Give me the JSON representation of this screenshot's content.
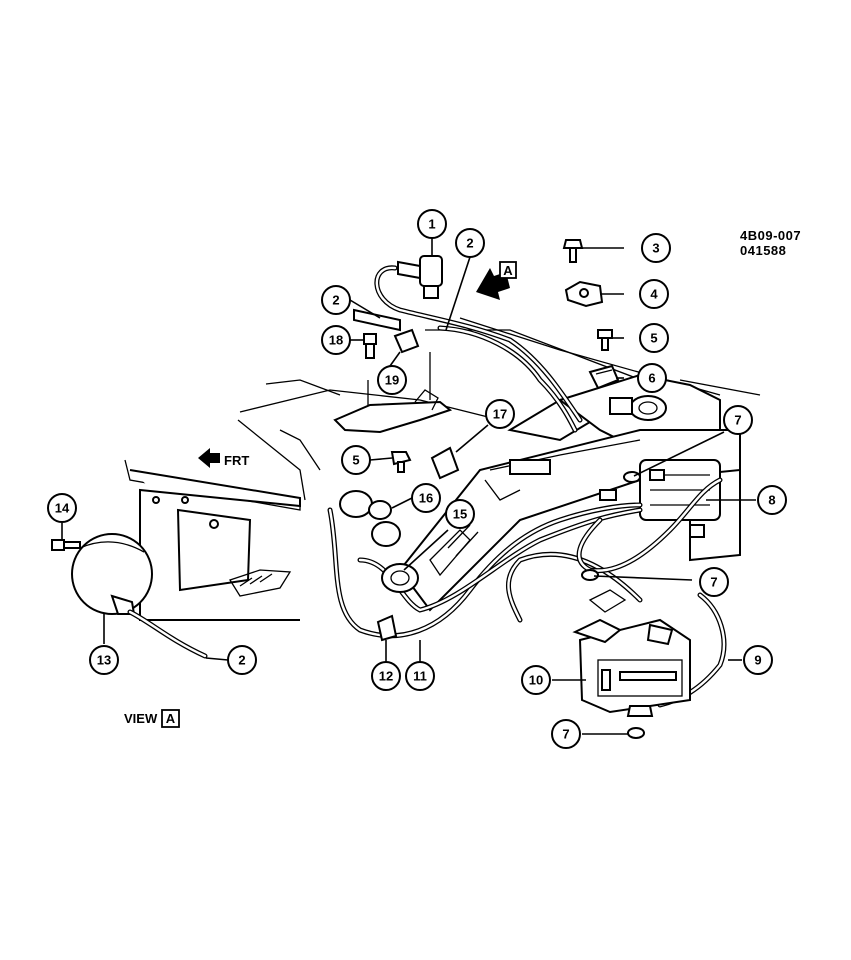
{
  "figure": {
    "ref_code": "4B09-007",
    "ref_date": "041588",
    "view_label": "VIEW",
    "view_letter": "A",
    "front_label": "FRT",
    "arrow_letter": "A"
  },
  "callouts": [
    {
      "id": "c1",
      "num": "1"
    },
    {
      "id": "c2a",
      "num": "2"
    },
    {
      "id": "c2b",
      "num": "2"
    },
    {
      "id": "c2c",
      "num": "2"
    },
    {
      "id": "c3",
      "num": "3"
    },
    {
      "id": "c4",
      "num": "4"
    },
    {
      "id": "c5a",
      "num": "5"
    },
    {
      "id": "c5b",
      "num": "5"
    },
    {
      "id": "c6",
      "num": "6"
    },
    {
      "id": "c7a",
      "num": "7"
    },
    {
      "id": "c7b",
      "num": "7"
    },
    {
      "id": "c7c",
      "num": "7"
    },
    {
      "id": "c8",
      "num": "8"
    },
    {
      "id": "c9",
      "num": "9"
    },
    {
      "id": "c10",
      "num": "10"
    },
    {
      "id": "c11",
      "num": "11"
    },
    {
      "id": "c12",
      "num": "12"
    },
    {
      "id": "c13",
      "num": "13"
    },
    {
      "id": "c14",
      "num": "14"
    },
    {
      "id": "c15",
      "num": "15"
    },
    {
      "id": "c16",
      "num": "16"
    },
    {
      "id": "c17",
      "num": "17"
    },
    {
      "id": "c18",
      "num": "18"
    },
    {
      "id": "c19",
      "num": "19"
    }
  ]
}
